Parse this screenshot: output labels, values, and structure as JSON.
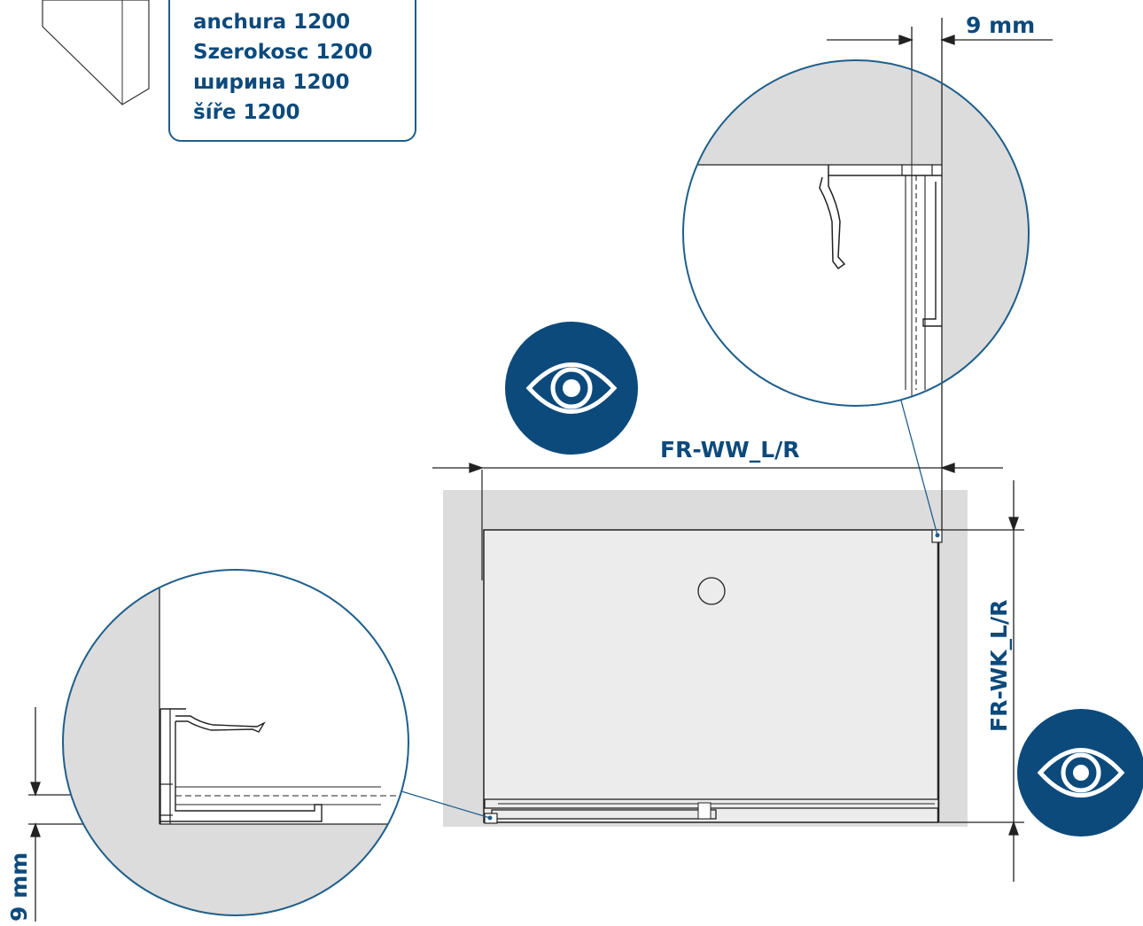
{
  "callout": {
    "lines": [
      "anchura 1200",
      "Szerokosc 1200",
      "ширина 1200",
      "šíře 1200"
    ]
  },
  "dimensions": {
    "top_gap": "9 mm",
    "width_label": "FR-WW_L/R",
    "depth_label": "FR-WK_L/R",
    "left_gap": "9 mm"
  },
  "icons": [
    "eye-icon",
    "eye-icon"
  ],
  "colors": {
    "accent": "#0d4a7c",
    "line": "#1f5f8b",
    "wall": "#dcdcdc",
    "tray": "#ececec"
  }
}
